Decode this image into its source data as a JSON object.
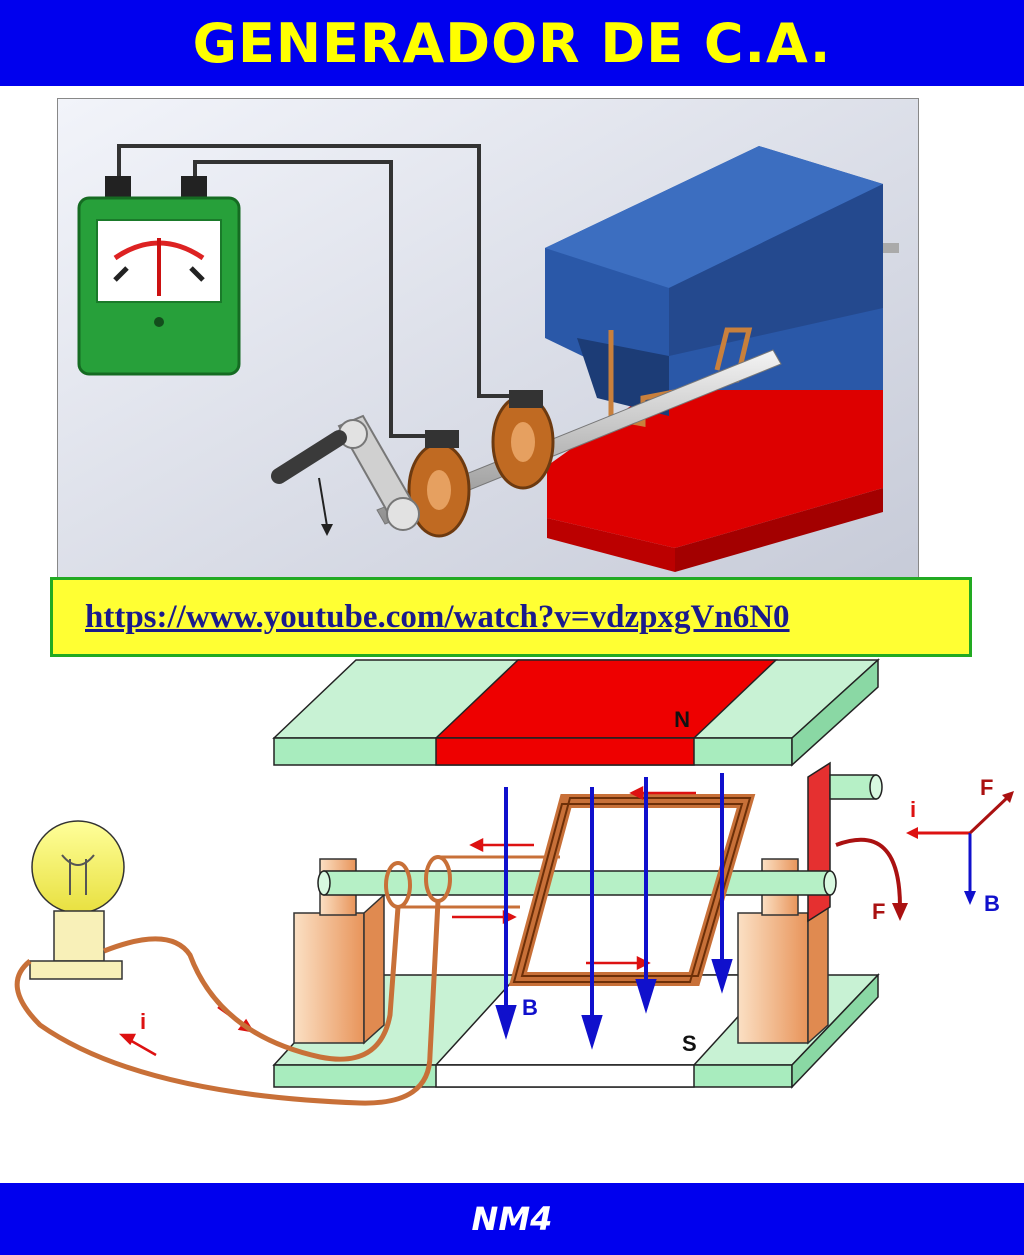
{
  "header": {
    "title": "GENERADOR DE C.A."
  },
  "link": {
    "url": "https://www.youtube.com/watch?v=vdzpxgVn6N0"
  },
  "diagram": {
    "label_n": "N",
    "label_s": "S",
    "label_b_field": "B",
    "label_i_current": "i",
    "label_i_lamp": "i",
    "label_f_coil": "F",
    "label_f_axes": "F",
    "label_b_axes": "B"
  },
  "footer": {
    "text": "NM4"
  },
  "colors": {
    "bar": "#0000ee",
    "title_text": "#ffff00",
    "magnet_red": "#ee0000",
    "magnet_blue": "#2a58a8",
    "field_arrow": "#1010cc",
    "force_arrow": "#aa1111"
  }
}
